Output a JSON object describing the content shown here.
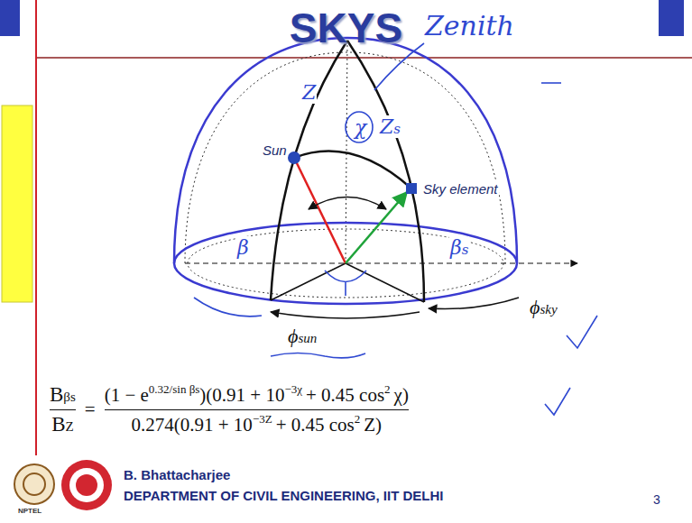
{
  "diagram": {
    "title": "SKYS",
    "labels": [
      "Zenith",
      "Z",
      "χ",
      "Zs",
      "Sun",
      "Sky element",
      "β",
      "βs",
      "ϕsun",
      "ϕsky",
      "Bβs",
      "BZ",
      "=",
      "(1 − e",
      "0.32/sin βs",
      ")(0.91 + 10",
      "−3χ",
      "+ 0.45 cos",
      "2",
      "χ)",
      "0.274(0.91 + 10",
      "−3Z",
      "+ 0.45 cos",
      "2",
      "Z)",
      "NPTEL",
      "B. Bhattacharjee",
      "DEPARTMENT OF CIVIL ENGINEERING, IIT DELHI",
      "3"
    ]
  }
}
